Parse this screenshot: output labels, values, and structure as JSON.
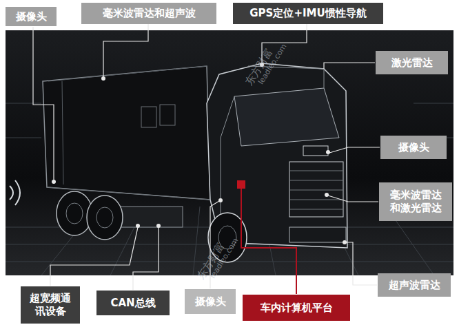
{
  "diagram": {
    "nodes": [
      {
        "text": [
          "摄像头"
        ]
      },
      {
        "text": [
          "毫米波雷达和超声波"
        ]
      },
      {
        "text": [
          "GPS定位+IMU惯性导航"
        ]
      },
      {
        "text": [
          "激光雷达"
        ]
      },
      {
        "text": [
          "摄像头"
        ]
      },
      {
        "text": [
          "毫米波雷达和激光雷达"
        ]
      },
      {
        "text": [
          "超声波雷达"
        ]
      },
      {
        "text": [
          "超宽频通讯设备"
        ]
      },
      {
        "text": [
          "CAN总线"
        ]
      },
      {
        "text": [
          "摄像头"
        ]
      },
      {
        "text": [
          "车内计算机平台"
        ]
      }
    ],
    "labels": [
      "东方财富",
      "leadleo.com",
      "东方财富",
      "leadleo.com"
    ]
  }
}
